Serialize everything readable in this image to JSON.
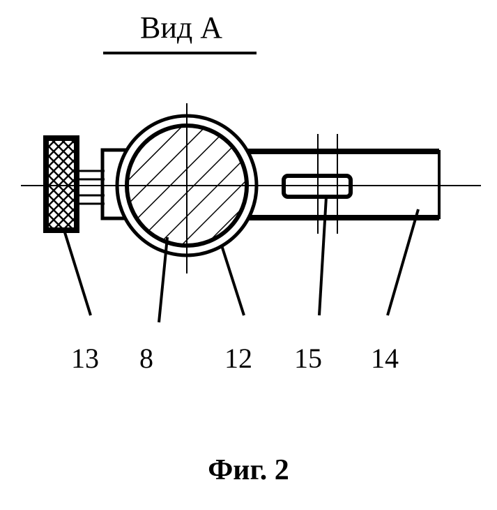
{
  "title": "Вид А",
  "caption": "Фиг. 2",
  "callouts": {
    "c13": "13",
    "c8": "8",
    "c12": "12",
    "c15": "15",
    "c14": "14"
  },
  "colors": {
    "ink": "#000000",
    "paper": "#ffffff"
  }
}
